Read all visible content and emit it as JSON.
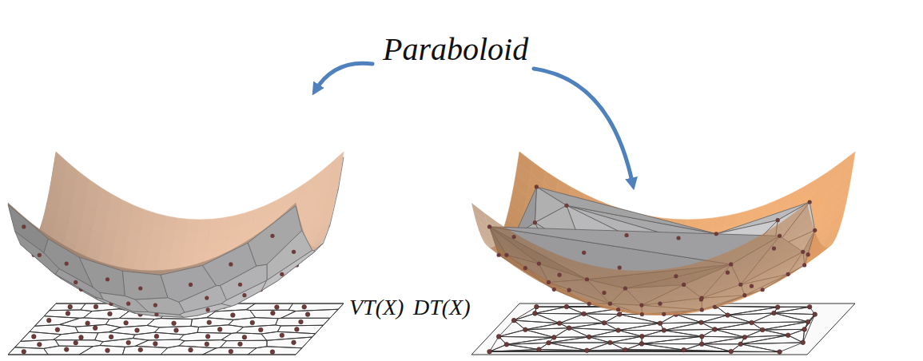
{
  "diagram": {
    "labels": [
      "Paraboloid",
      "VT(X)",
      "DT(X)"
    ]
  }
}
